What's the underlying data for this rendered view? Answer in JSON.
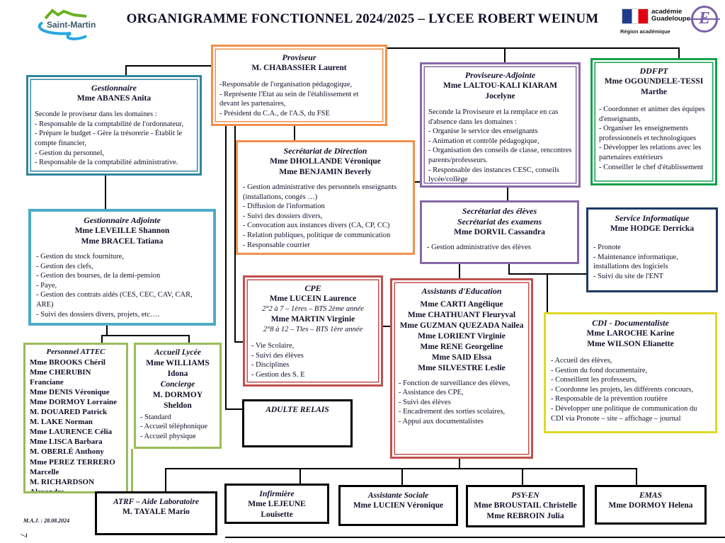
{
  "header": {
    "title": "ORGANIGRAMME FONCTIONNEL 2024/2025 – LYCEE ROBERT WEINUM",
    "logo_left": {
      "name": "Saint-Martin"
    },
    "logo_right": {
      "academie_line1": "académie",
      "academie_line2": "Guadeloupe",
      "badge_letter": "E",
      "region_caption": "Région académique"
    }
  },
  "footer": {
    "maj": "M.A.J. : 28.08.2024",
    "page_number": "7"
  },
  "colors": {
    "orange": "#F0914C",
    "teal": "#31859C",
    "teal_light": "#4BACC6",
    "purple": "#8767A8",
    "green": "#10A24C",
    "navy": "#1F3864",
    "olive": "#9BBB59",
    "red": "#C0504D",
    "yellow": "#DFD926",
    "black": "#000000",
    "connector": "#000000"
  },
  "boxes": {
    "proviseur": {
      "title": "Proviseur",
      "names": [
        "M. CHABASSIER Laurent"
      ],
      "items": [
        "-Responsable de l'organisation pédagogique,",
        "- Représente l'Etat au sein de l'établissement et devant les partenaires,",
        "- Président du C.A., de l'A.S, du FSE"
      ]
    },
    "gestionnaire": {
      "title": "Gestionnaire",
      "names": [
        "Mme ABANES Anita"
      ],
      "items": [
        "Seconde le proviseur dans les domaines :",
        "-  Responsable de la comptabilité de l'ordonnateur,",
        "-  Prépare le budget - Gère la trésorerie - Établit le compte financier,",
        "-  Gestion du personnel,",
        "-  Responsable de la comptabilité administrative."
      ]
    },
    "proviseure_adjointe": {
      "title": "Proviseure-Adjointe",
      "names": [
        "Mme LALTOU-KALI KIARAM Jocelyne"
      ],
      "items": [
        "Seconde la Proviseure et la remplace en cas d'absence dans les domaines :",
        "- Organise le service des enseignants",
        "- Animation et contrôle pédagogique,",
        "- Organisation des conseils de classe, rencontres parents/professeurs.",
        "- Responsable des instances CESC, conseils lycée/collège"
      ]
    },
    "ddfpt": {
      "title": "DDFPT",
      "names": [
        "Mme OGOUNDELE-TESSI Marthe"
      ],
      "items": [
        "- Coordonner et animer des équipes d'enseignants,",
        "- Organiser les enseignements professionnels et technologiques",
        "- Développer les relations avec les partenaires extérieurs",
        "- Conseiller le chef d'établissement"
      ]
    },
    "secretariat_direction": {
      "title": "Secrétariat de Direction",
      "names": [
        "Mme DHOLLANDE Véronique",
        "Mme BENJAMIN Beverly"
      ],
      "items": [
        "- Gestion administrative des personnels enseignants (installations, congés …)",
        "- Diffusion de l'information",
        "- Suivi des dossiers divers,",
        "- Convocation aux instances divers (CA, CP, CC)",
        "- Relation publiques, politique de communication",
        "- Responsable courrier"
      ]
    },
    "secretariat_eleves": {
      "titles": [
        "Secrétariat des élèves",
        "Secrétariat des examens"
      ],
      "names": [
        "Mme DORVIL Cassandra"
      ],
      "items": [
        "- Gestion administrative des élèves"
      ]
    },
    "service_informatique": {
      "title": "Service Informatique",
      "names": [
        "Mme HODGE Derricka"
      ],
      "items": [
        "- Pronote",
        "- Maintenance informatique, installations des logiciels",
        "- Suivi du site de l'ENT"
      ]
    },
    "gestionnaire_adjointe": {
      "title": "Gestionnaire Adjointe",
      "names": [
        "Mme LEVEILLE Shannon",
        "Mme BRACEL Tatiana"
      ],
      "items": [
        "- Gestion du stock fourniture,",
        "- Gestion des clefs,",
        "- Gestion des bourses, de la demi-pension",
        "- Paye,",
        "- Gestion des contrats aidés (CES, CEC, CAV, CAR, ARE)",
        "- Suivi des dossiers divers, projets, etc…."
      ]
    },
    "personnel_attec": {
      "title": "Personnel ATTEC",
      "names": [
        "Mme BROOKS Chéril",
        "Mme CHERUBIN Franciane",
        "Mme DENIS Véronique",
        "Mme DORMOY Lorraine",
        "M. DOUARED Patrick",
        "M. LAKE Norman",
        "Mme LAURENCE Célia",
        "Mme LISCA Barbara",
        "M. OBERLÉ Anthony",
        "Mme PEREZ TERRERO Marcelle",
        "M. RICHARDSON Alexandre"
      ]
    },
    "accueil_lycee": {
      "lines": [
        {
          "text": "Accueil Lycée",
          "style": "title"
        },
        {
          "text": "Mme WILLIAMS Idona",
          "style": "name"
        },
        {
          "text": "Concierge",
          "style": "title"
        },
        {
          "text": "M. DORMOY Sheldon",
          "style": "name"
        }
      ],
      "items": [
        "- Standard",
        "- Accueil téléphonique",
        "- Accueil physique"
      ]
    },
    "cpe": {
      "title": "CPE",
      "lines": [
        {
          "text": "Mme LUCEIN Laurence",
          "style": "name"
        },
        {
          "text": "2°2 à 7 – 1ères – BTS 2ème année",
          "style": "sub"
        },
        {
          "text": "Mme MARTIN Virginie",
          "style": "name"
        },
        {
          "text": "2°8 à 12 – Tles – BTS 1ère année",
          "style": "sub"
        }
      ],
      "items": [
        "- Vie Scolaire,",
        "- Suivi des élèves",
        "- Disciplines",
        "- Gestion des S. E"
      ]
    },
    "assistants_education": {
      "title": "Assistants d'Education",
      "names": [
        "Mme CARTI Angélique",
        "Mme CHATHUANT Fleuryval",
        "Mme GUZMAN QUEZADA Nailea",
        "Mme LORIENT Virginie",
        "Mme RENE Georgeline",
        "Mme SAID Elssa",
        "Mme SILVESTRE Leslie"
      ],
      "items": [
        "- Fonction de surveillance des élèves,",
        "- Assistance des CPE,",
        "- Suivi des élèves",
        "- Encadrement des sorties scolaires,",
        "- Appui aux documentalistes"
      ]
    },
    "cdi": {
      "title": "CDI - Documentaliste",
      "names": [
        "Mme LAROCHE Karine",
        "Mme WILSON Elianette"
      ],
      "items": [
        "- Accueil des élèves,",
        "- Gestion du fond documentaire,",
        "- Conseillent les professeurs,",
        "- Coordonne les projets, les différents concours,",
        "- Responsable de la prévention routière",
        "- Développer une politique de communication du CDI via Pronote – site – affichage – journal"
      ]
    },
    "adulte_relais": {
      "title": "ADULTE RELAIS"
    },
    "atrf": {
      "title": "ATRF – Aide Laboratoire",
      "names": [
        "M. TAYALE Mario"
      ]
    },
    "infirmiere": {
      "title": "Infirmière",
      "names": [
        "Mme LEJEUNE Louisette"
      ]
    },
    "assistante_sociale": {
      "title": "Assistante Sociale",
      "names": [
        "Mme LUCIEN Véronique"
      ]
    },
    "psy_en": {
      "title": "PSY-EN",
      "names": [
        "Mme BROUSTAIL Christelle",
        "Mme REBROIN Julia"
      ]
    },
    "emas": {
      "title": "EMAS",
      "names": [
        "Mme DORMOY Helena"
      ]
    }
  }
}
